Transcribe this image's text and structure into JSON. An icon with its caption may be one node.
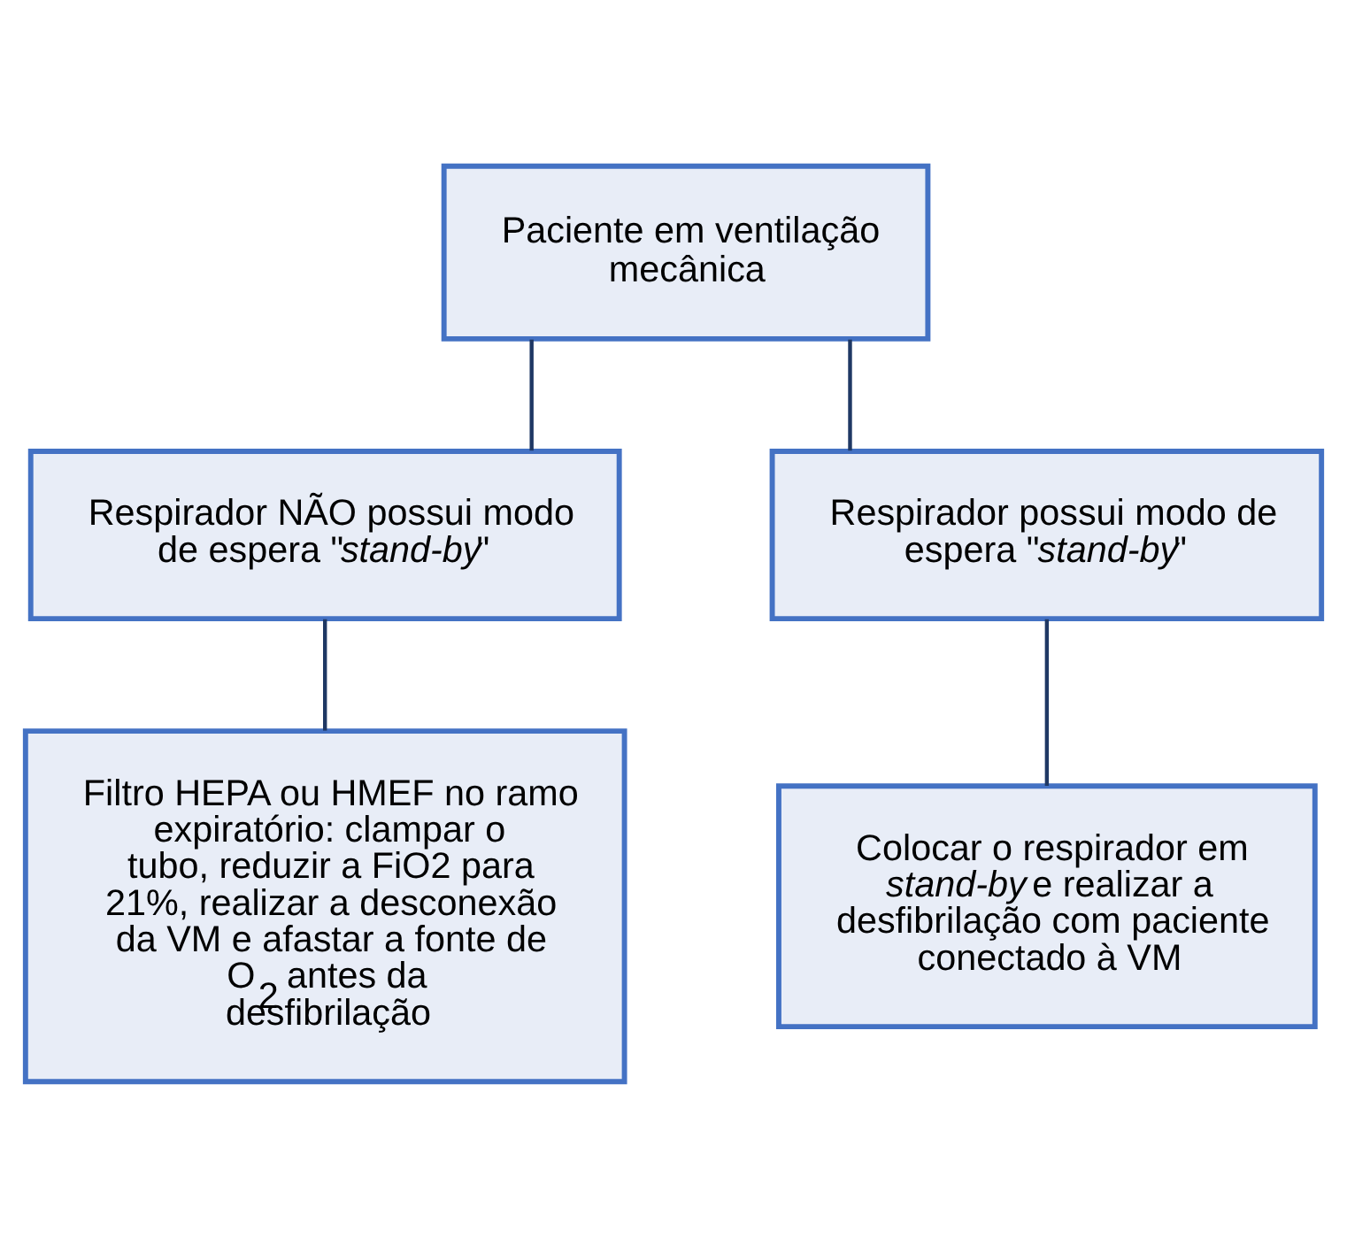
{
  "diagram": {
    "nodes": [
      {
        "text": [
          "Paciente em ventilação mecânica"
        ]
      },
      {
        "text": [
          "Respirador NÃO possui modo de espera \"*stand-by*\""
        ]
      },
      {
        "text": [
          "Respirador possui modo de espera \"*stand-by*\""
        ]
      },
      {
        "text": [
          "Filtro HEPA ou HMEF no ramo expiratório: clampar o tubo, reduzir a FiO2 para 21%, realizar a desconexão da VM e afastar a fonte de O$_{2}$ antes da desfibrilação"
        ]
      },
      {
        "text": [
          "Colocar o respirador em *stand-by* e realizar a desfibrilação com paciente conectado à VM"
        ]
      }
    ],
    "edges": [
      {
        "from": 0,
        "to": 1,
        "arrow": "none"
      },
      {
        "from": 0,
        "to": 2,
        "arrow": "none"
      },
      {
        "from": 1,
        "to": 3,
        "arrow": "none"
      },
      {
        "from": 2,
        "to": 4,
        "arrow": "none"
      }
    ]
  }
}
